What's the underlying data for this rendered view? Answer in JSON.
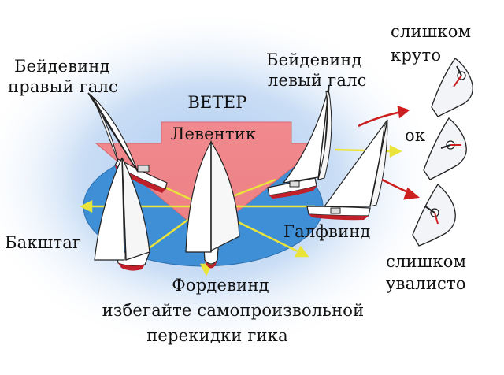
{
  "labels": {
    "wind": "ВЕТЕР",
    "head_to_wind": "Левентик",
    "closehauled_starboard_line1": "Бейдевинд",
    "closehauled_starboard_line2": "правый галс",
    "closehauled_port_line1": "Бейдевинд",
    "closehauled_port_line2": "левый галс",
    "broad_reach": "Бакштаг",
    "beam_reach": "Галфвинд",
    "running_line1": "Фордевинд",
    "running_line2": "избегайте самопроизвольной",
    "running_line3": "перекидки гика",
    "too_tight_line1": "слишком",
    "too_tight_line2": "круто",
    "ok": "ок",
    "too_loose_line1": "слишком",
    "too_loose_line2": "увалисто"
  },
  "colors": {
    "background_glow": "#a9c8ee",
    "water_ellipse": "#3f8fd6",
    "wind_arrow": "#f08a8e",
    "course_arrows": "#e8e838",
    "trim_arrows": "#cc1f1f",
    "hull": "#ffffff",
    "hull_bottom": "#c0202a"
  }
}
